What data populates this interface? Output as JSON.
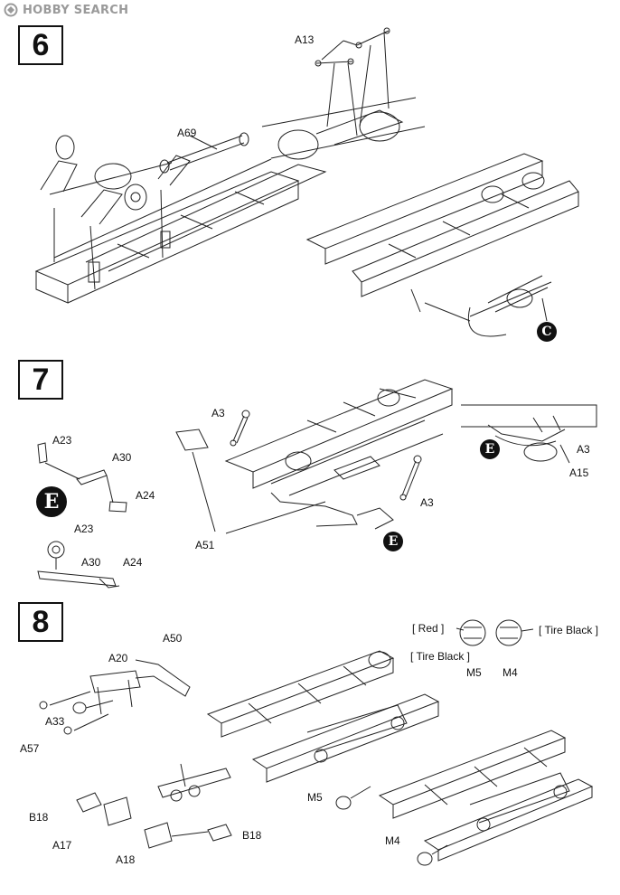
{
  "watermark": {
    "text": "HOBBY SEARCH"
  },
  "steps": [
    {
      "number": "6"
    },
    {
      "number": "7"
    },
    {
      "number": "8"
    }
  ],
  "step6": {
    "labels": {
      "a13": "A13",
      "a69": "A69"
    },
    "circle_ref": "C"
  },
  "step7": {
    "labels": {
      "a23_top": "A23",
      "a30_top": "A30",
      "a24_top": "A24",
      "a23_bottom": "A23",
      "a30_bottom": "A30",
      "a24_bottom": "A24",
      "a3_upper": "A3",
      "a3_lower": "A3",
      "a51": "A51",
      "a3_inset": "A3",
      "a15": "A15"
    },
    "circle_refs": {
      "left": "E",
      "main": "E",
      "inset": "E"
    }
  },
  "step8": {
    "labels": {
      "a50": "A50",
      "a20": "A20",
      "a33": "A33",
      "a57": "A57",
      "b18_left": "B18",
      "a17": "A17",
      "a18": "A18",
      "b18_right": "B18",
      "m5_lower": "M5",
      "m4_lower": "M4"
    },
    "paint_callout": {
      "red": "[ Red ]",
      "tire_black_left": "[ Tire Black ]",
      "tire_black_right": "[ Tire Black ]",
      "m5": "M5",
      "m4": "M4"
    }
  }
}
